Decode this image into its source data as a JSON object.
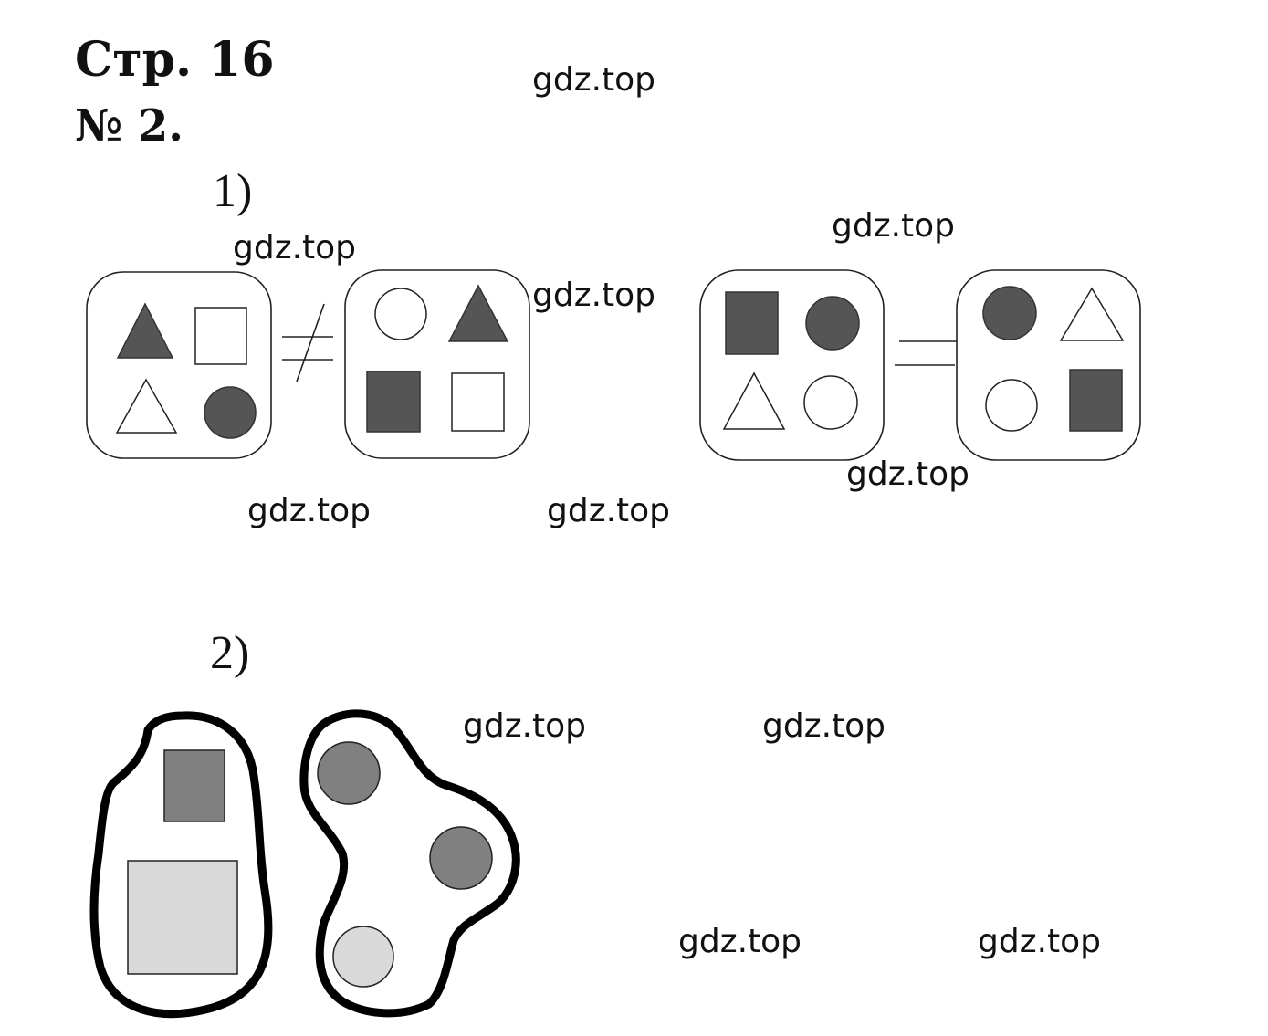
{
  "header": {
    "page": "Стр. 16",
    "task": "№ 2."
  },
  "parts": [
    {
      "label": "1)",
      "comparisons": [
        {
          "relation": "not-equal",
          "relation_symbol": "≠",
          "left_group": [
            "triangle-filled",
            "square-outline",
            "triangle-outline",
            "circle-filled"
          ],
          "right_group": [
            "circle-outline",
            "triangle-filled",
            "square-filled",
            "square-outline"
          ]
        },
        {
          "relation": "equal",
          "relation_symbol": "=",
          "left_group": [
            "square-filled",
            "circle-filled",
            "triangle-outline",
            "circle-outline"
          ],
          "right_group": [
            "circle-filled",
            "triangle-outline",
            "circle-outline",
            "square-filled"
          ]
        }
      ]
    },
    {
      "label": "2)",
      "blobs": [
        {
          "items": [
            "square-medium-gray",
            "square-light-gray"
          ]
        },
        {
          "items": [
            "circle-medium-gray",
            "circle-medium-gray",
            "circle-light-gray"
          ]
        }
      ]
    }
  ],
  "watermark_text": "gdz.top",
  "colors": {
    "dark_fill": "#555555",
    "medium_gray": "#808080",
    "light_gray": "#d9d9d9",
    "stroke": "#222222"
  }
}
